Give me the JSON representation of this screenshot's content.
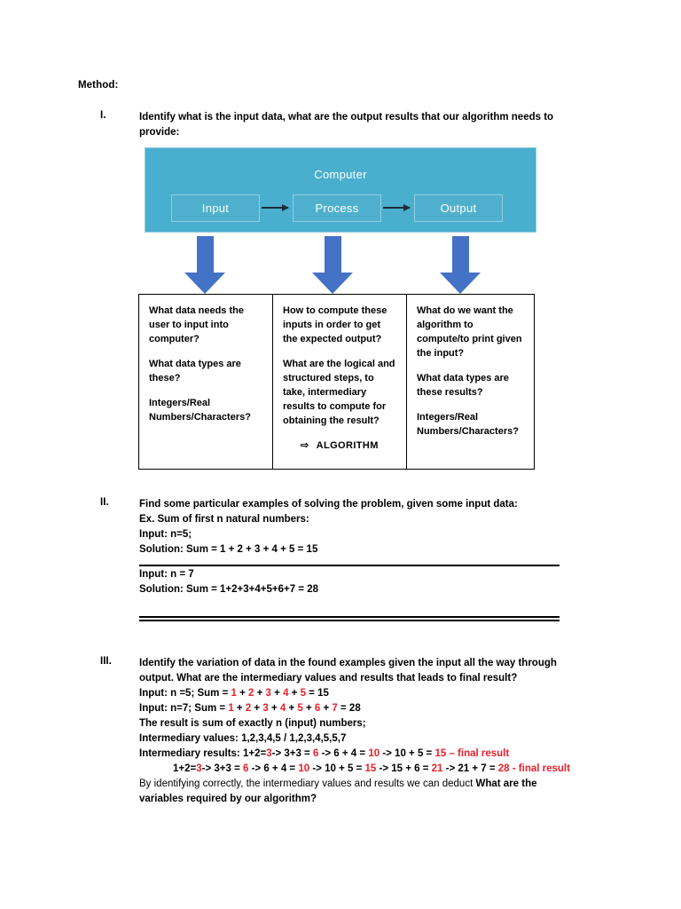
{
  "document": {
    "heading": "Method:",
    "sections": [
      {
        "numeral": "I.",
        "intro": "Identify what is the input data, what are the output results that our algorithm needs to provide:"
      },
      {
        "numeral": "II.",
        "lines": [
          "Find some particular examples of solving the problem, given some input data:",
          "Ex. Sum of first n natural numbers:",
          "Input: n=5;",
          "Solution: Sum = 1 + 2 + 3 + 4 + 5 = 15"
        ],
        "boxed_lines": [
          "Input: n = 7",
          "Solution: Sum = 1+2+3+4+5+6+7 = 28"
        ]
      },
      {
        "numeral": "III.",
        "intro": "Identify the variation of data in the found examples given the input all the way through output. What are the intermediary values and results that leads to final result?",
        "example1_prefix": "Input: n =5; Sum = ",
        "example1_terms": [
          "1",
          "2",
          "3",
          "4",
          "5"
        ],
        "example1_suffix": " = 15",
        "example2_prefix": "Input: n=7; Sum = ",
        "example2_terms": [
          "1",
          "2",
          "3",
          "4",
          "5",
          "6",
          "7"
        ],
        "example2_suffix": " = 28",
        "result_note": "The result is sum of exactly n (input) numbers;",
        "intermediary_values_label": "Intermediary values: ",
        "intermediary_values": "1,2,3,4,5 / 1,2,3,4,5,5,7",
        "intermediary_results_label": "Intermediary results: ",
        "chain1": [
          {
            "text": "1+2=",
            "color": "black"
          },
          {
            "text": "3",
            "color": "red"
          },
          {
            "text": "-> 3+3 = ",
            "color": "black"
          },
          {
            "text": "6",
            "color": "red"
          },
          {
            "text": " -> 6 + 4 = ",
            "color": "black"
          },
          {
            "text": "10",
            "color": "red"
          },
          {
            "text": " -> 10 + 5 = ",
            "color": "black"
          },
          {
            "text": "15 – final result",
            "color": "red"
          }
        ],
        "chain2": [
          {
            "text": "1+2=",
            "color": "black"
          },
          {
            "text": "3",
            "color": "red"
          },
          {
            "text": "-> 3+3 = ",
            "color": "black"
          },
          {
            "text": "6",
            "color": "red"
          },
          {
            "text": " -> 6 + 4 = ",
            "color": "black"
          },
          {
            "text": "10",
            "color": "red"
          },
          {
            "text": " -> 10 + 5 = ",
            "color": "black"
          },
          {
            "text": "15",
            "color": "red"
          },
          {
            "text": " -> 15 + 6 = ",
            "color": "black"
          },
          {
            "text": "21",
            "color": "red"
          },
          {
            "text": " -> 21 + 7 = ",
            "color": "black"
          },
          {
            "text": "28  - final result",
            "color": "red"
          }
        ],
        "closing_regular": "By identifying correctly, the intermediary values and results we can deduct ",
        "closing_bold": "What are the variables required by our algorithm?"
      }
    ],
    "diagram": {
      "title": "Computer",
      "nodes": [
        "Input",
        "Process",
        "Output"
      ],
      "panel_color": "#4aaece",
      "arrow_color": "#4472c4",
      "boxes": [
        {
          "paragraphs": [
            "What data needs the user to input into computer?",
            "What data types are these?",
            "Integers/Real Numbers/Characters?"
          ]
        },
        {
          "paragraphs": [
            "How to compute these inputs in order to get the expected output?",
            "What are the logical and structured steps, to take, intermediary results to compute for obtaining the result?"
          ],
          "algorithm_glyph": "⇨",
          "algorithm_label": "ALGORITHM"
        },
        {
          "paragraphs": [
            "What do we want the algorithm to compute/to print given the input?",
            "What data types are these results?",
            "Integers/Real Numbers/Characters?"
          ]
        }
      ]
    }
  }
}
